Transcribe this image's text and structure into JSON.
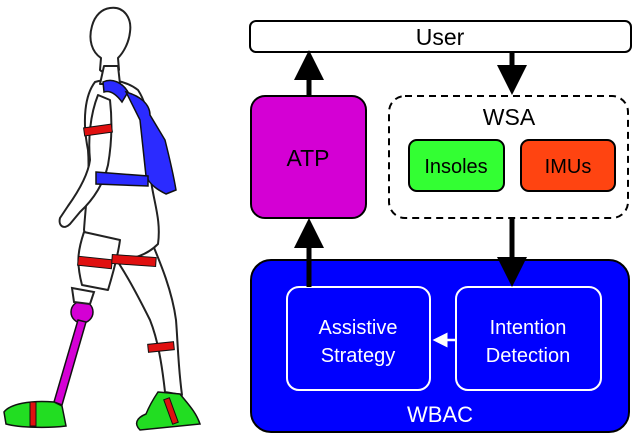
{
  "diagram": {
    "user_label": "User",
    "atp_label": "ATP",
    "wsa_label": "WSA",
    "insoles_label": "Insoles",
    "imus_label": "IMUs",
    "wbac_label": "WBAC",
    "assistive_line1": "Assistive",
    "assistive_line2": "Strategy",
    "intention_line1": "Intention",
    "intention_line2": "Detection"
  },
  "colors": {
    "atp_fill": "#d400d4",
    "insoles_fill": "#33ff33",
    "imus_fill": "#ff4411",
    "wbac_fill": "#0000ff",
    "harness_blue": "#2b2bff",
    "strap_red": "#e01010",
    "prosthesis_magenta": "#d400d4",
    "shoe_green": "#22dd22"
  },
  "icons": [
    "walking-person-figure",
    "harness-icon",
    "prosthetic-leg-icon",
    "arrow-icon"
  ]
}
